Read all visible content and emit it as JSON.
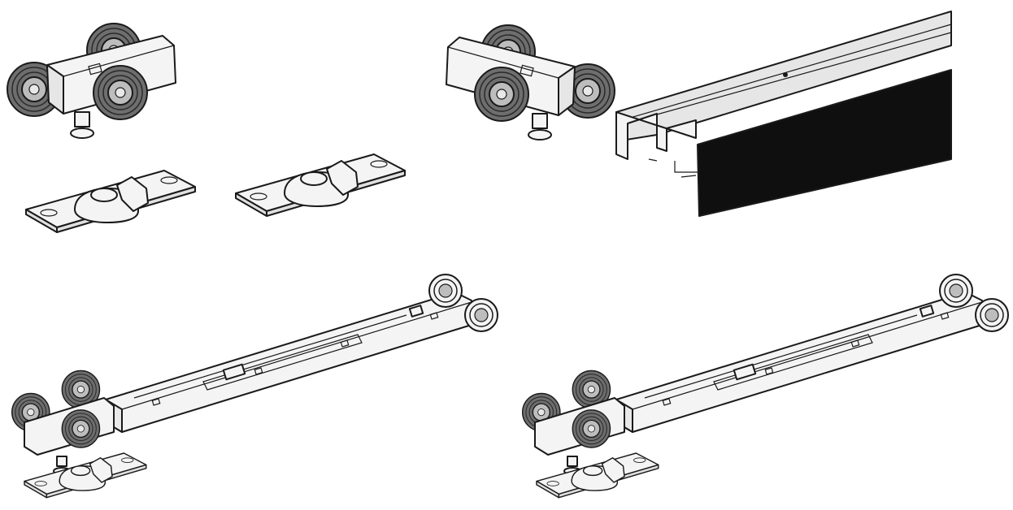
{
  "diagram": {
    "components": [
      {
        "id": "roller-carriage-left",
        "kind": "roller-carriage"
      },
      {
        "id": "roller-carriage-right",
        "kind": "roller-carriage"
      },
      {
        "id": "mounting-plate-left",
        "kind": "mounting-plate"
      },
      {
        "id": "mounting-plate-right",
        "kind": "mounting-plate"
      },
      {
        "id": "aluminium-track",
        "kind": "track-profile"
      },
      {
        "id": "soft-close-damper-left",
        "kind": "damper-assembly"
      },
      {
        "id": "soft-close-damper-right",
        "kind": "damper-assembly"
      }
    ],
    "colors": {
      "line": "#1a1a1a",
      "part_fill": "#f4f4f4",
      "roller_tyre": "#6e6e6e",
      "roller_hub": "#bdbdbd",
      "track_fill": "#e6e6e6",
      "brush_fill": "#0f0f0f",
      "background": "#ffffff"
    }
  }
}
